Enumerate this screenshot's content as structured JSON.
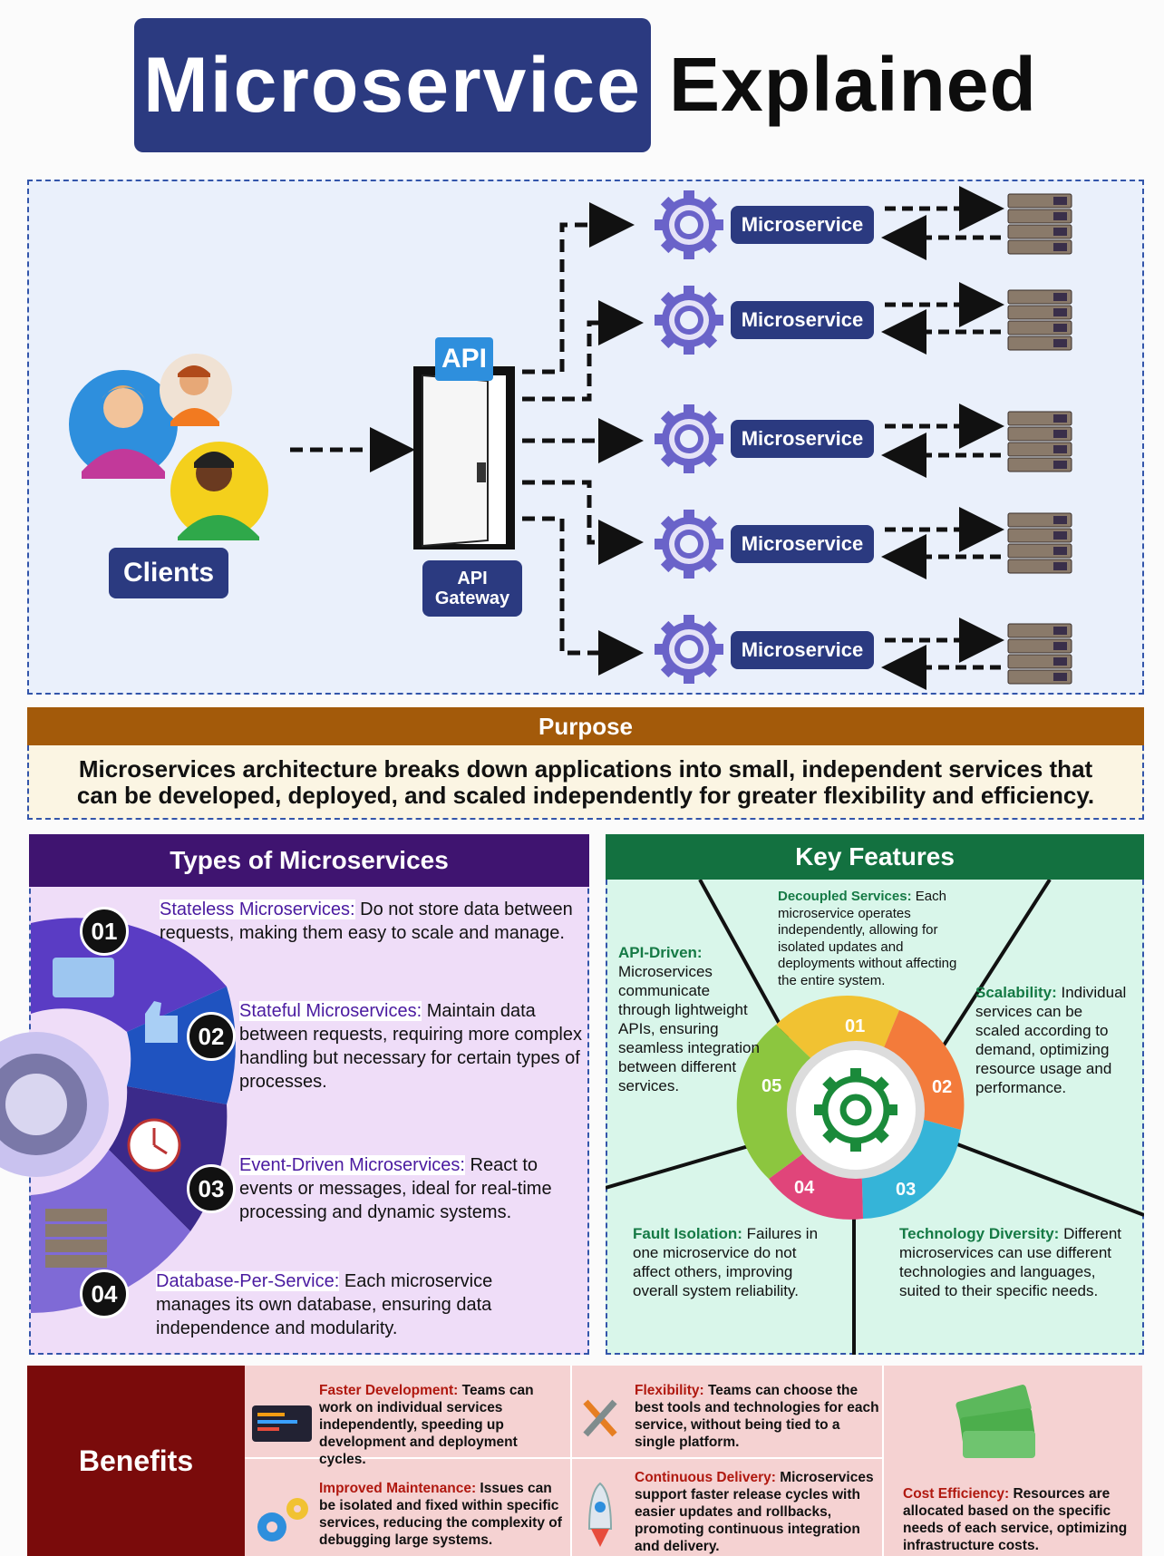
{
  "title": {
    "highlight": "Microservice",
    "rest": "Explained"
  },
  "architecture": {
    "clients_label": "Clients",
    "api_badge": "API",
    "gateway_line1": "API",
    "gateway_line2": "Gateway",
    "microservices": [
      "Microservice",
      "Microservice",
      "Microservice",
      "Microservice",
      "Microservice"
    ]
  },
  "purpose": {
    "heading": "Purpose",
    "line1": "Microservices architecture breaks down applications into small, independent services that",
    "line2": "can be developed, deployed, and scaled independently for greater flexibility and efficiency."
  },
  "types": {
    "heading": "Types of Microservices",
    "items": [
      {
        "num": "01",
        "name": "Stateless Microservices:",
        "desc": " Do not store data between requests, making them easy to scale and manage."
      },
      {
        "num": "02",
        "name": "Stateful Microservices:",
        "desc": " Maintain data between requests, requiring more complex handling but necessary for certain types of processes."
      },
      {
        "num": "03",
        "name": "Event-Driven Microservices:",
        "desc": " React to events or messages, ideal for real-time processing and dynamic systems."
      },
      {
        "num": "04",
        "name": "Database-Per-Service:",
        "desc": " Each microservice manages its own database, ensuring data independence and modularity."
      }
    ]
  },
  "features": {
    "heading": "Key Features",
    "wheel_numbers": [
      "01",
      "02",
      "03",
      "04",
      "05"
    ],
    "items": [
      {
        "name": "Decoupled Services:",
        "desc": " Each microservice operates independently, allowing for isolated updates and deployments without affecting the entire system."
      },
      {
        "name": "Scalability:",
        "desc": " Individual services can be scaled according to demand, optimizing resource usage and performance."
      },
      {
        "name": "Technology Diversity:",
        "desc": " Different microservices can use different technologies and languages, suited to their specific needs."
      },
      {
        "name": "Fault Isolation:",
        "desc": " Failures in one microservice do not affect others, improving overall system reliability."
      },
      {
        "name": "API-Driven:",
        "desc": " Microservices communicate through lightweight APIs, ensuring seamless integration between different services."
      }
    ]
  },
  "benefits": {
    "heading": "Benefits",
    "items": [
      {
        "name": "Faster Development:",
        "desc": " Teams can work on individual services independently, speeding up development and deployment cycles."
      },
      {
        "name": "Flexibility:",
        "desc": " Teams can choose the best tools and technologies for each service, without being tied to a single platform."
      },
      {
        "name": "Improved Maintenance:",
        "desc": " Issues can be isolated and fixed within specific services, reducing the complexity of debugging large systems."
      },
      {
        "name": "Continuous Delivery:",
        "desc": " Microservices support faster release cycles with easier updates and rollbacks, promoting continuous integration and delivery."
      },
      {
        "name": "Cost Efficiency:",
        "desc": " Resources are allocated based on the specific needs of each service, optimizing infrastructure costs."
      }
    ]
  },
  "colors": {
    "navy": "#2b3a80",
    "purple": "#3f1470",
    "green": "#137140",
    "brown": "#a35a0a",
    "maroon": "#7a0b0b"
  }
}
